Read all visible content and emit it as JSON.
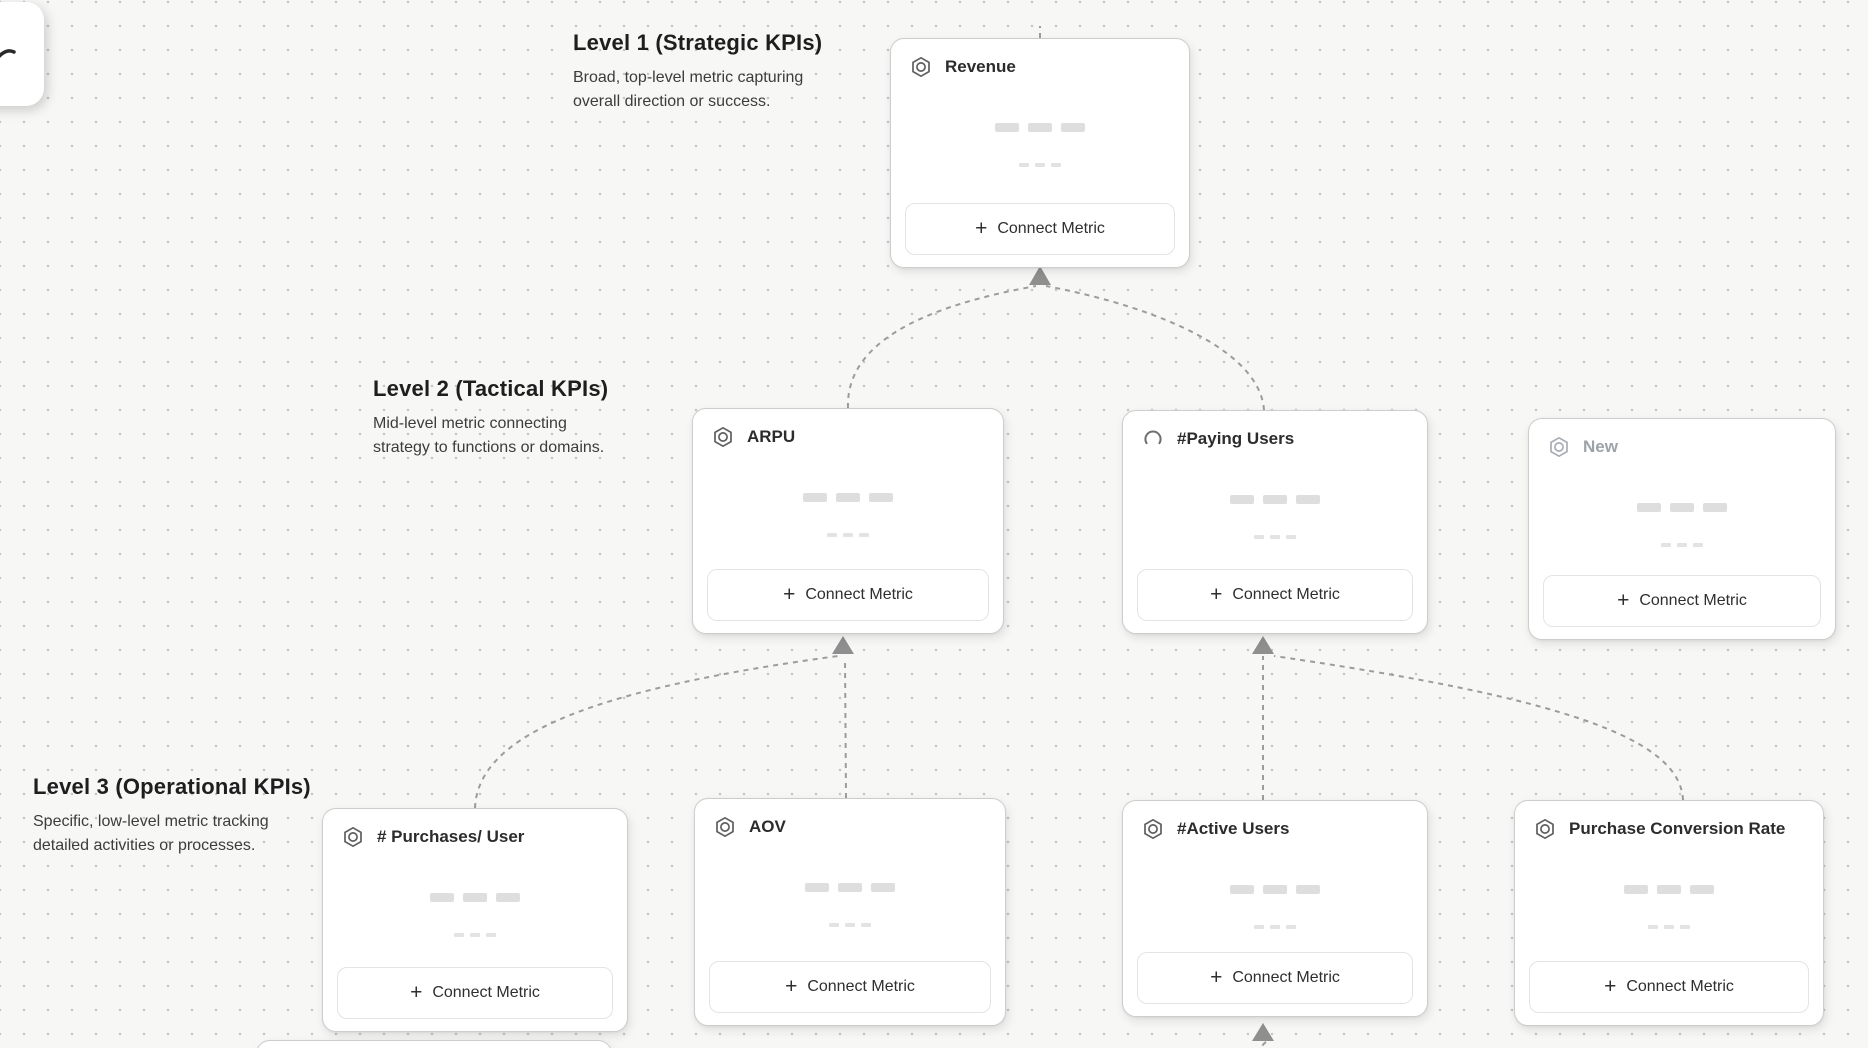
{
  "app": {
    "kind": "kpi-tree-canvas",
    "colors": {
      "canvas_bg": "#f7f7f6",
      "dot_grid": "#c7c7c5",
      "card_bg": "#ffffff",
      "card_border": "#cdcdcd",
      "connector": "#9c9c9c",
      "arrowhead": "#8f8f8f",
      "skeleton": "#dedede",
      "title_text": "#2c2c2c",
      "placeholder_title_text": "#9da2a8"
    }
  },
  "ui": {
    "connect_metric_label": "Connect Metric",
    "plus_glyph": "+"
  },
  "levels": [
    {
      "title": "Level 1 (Strategic KPIs)",
      "description": "Broad, top-level metric capturing overall direction or success."
    },
    {
      "title": "Level 2 (Tactical KPIs)",
      "description": "Mid-level metric connecting strategy to functions or domains."
    },
    {
      "title": "Level 3 (Operational KPIs)",
      "description": "Specific, low-level metric tracking detailed activities or processes."
    }
  ],
  "cards": [
    {
      "id": "revenue",
      "title": "Revenue",
      "level": 1,
      "icon": "metric-hexagon-icon",
      "state": "default"
    },
    {
      "id": "arpu",
      "title": "ARPU",
      "level": 2,
      "icon": "metric-hexagon-icon",
      "state": "default"
    },
    {
      "id": "paying-users",
      "title": "#Paying Users",
      "level": 2,
      "icon": "spinner-icon",
      "state": "loading"
    },
    {
      "id": "new",
      "title": "New",
      "level": 2,
      "icon": "metric-hexagon-icon",
      "state": "placeholder"
    },
    {
      "id": "purchases-per-user",
      "title": "# Purchases/ User",
      "level": 3,
      "icon": "metric-hexagon-icon",
      "state": "default"
    },
    {
      "id": "aov",
      "title": "AOV",
      "level": 3,
      "icon": "metric-hexagon-icon",
      "state": "default"
    },
    {
      "id": "active-users",
      "title": "#Active Users",
      "level": 3,
      "icon": "metric-hexagon-icon",
      "state": "default"
    },
    {
      "id": "purchase-conversion-rate",
      "title": "Purchase Conversion Rate",
      "level": 3,
      "icon": "metric-hexagon-icon",
      "state": "default"
    }
  ],
  "connections": [
    {
      "from": "arpu",
      "to": "revenue"
    },
    {
      "from": "paying-users",
      "to": "revenue"
    },
    {
      "from": "purchases-per-user",
      "to": "arpu"
    },
    {
      "from": "aov",
      "to": "arpu"
    },
    {
      "from": "active-users",
      "to": "paying-users"
    },
    {
      "from": "purchase-conversion-rate",
      "to": "paying-users"
    },
    {
      "from": "offscreen-bottom",
      "to": "active-users"
    }
  ]
}
